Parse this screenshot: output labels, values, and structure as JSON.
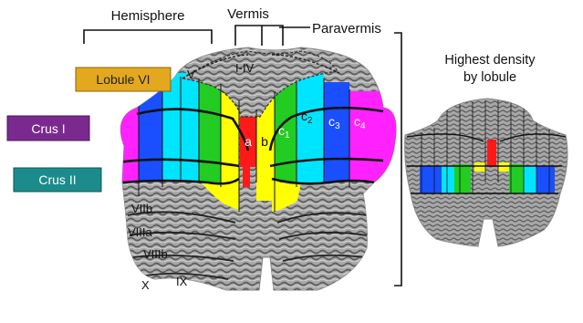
{
  "headers": {
    "hemisphere": "Hemisphere",
    "vermis": "Vermis",
    "paravermis": "Paravermis",
    "highest_density": [
      "Highest density",
      "by lobule"
    ]
  },
  "lobule_boxes": [
    {
      "id": "lobule-vi",
      "label": "Lobule VI",
      "color": "#e3a81d",
      "text_color": "#222222"
    },
    {
      "id": "crus-i",
      "label": "Crus I",
      "color": "#7a2a8e",
      "text_color": "#ffffff"
    },
    {
      "id": "crus-ii",
      "label": "Crus II",
      "color": "#1c8b8b",
      "text_color": "#ffffff"
    }
  ],
  "lobule_labels": {
    "v": "V",
    "i_iv": "I-IV",
    "viib": "VIIb",
    "viiia": "VIIIa",
    "viiib": "VIIIb",
    "x": "X",
    "ix": "IX"
  },
  "zone_labels": {
    "a": "a",
    "b": "b",
    "c1": "c",
    "c1_sub": "1",
    "c2": "c",
    "c2_sub": "2",
    "c3": "c",
    "c3_sub": "3",
    "c4": "c",
    "c4_sub": "4"
  },
  "zone_colors": {
    "a": "#ff1a1a",
    "b": "#ffff00",
    "c1": "#22cc22",
    "c2": "#00e5ff",
    "c3": "#1a4fff",
    "c4": "#ff22ff"
  }
}
